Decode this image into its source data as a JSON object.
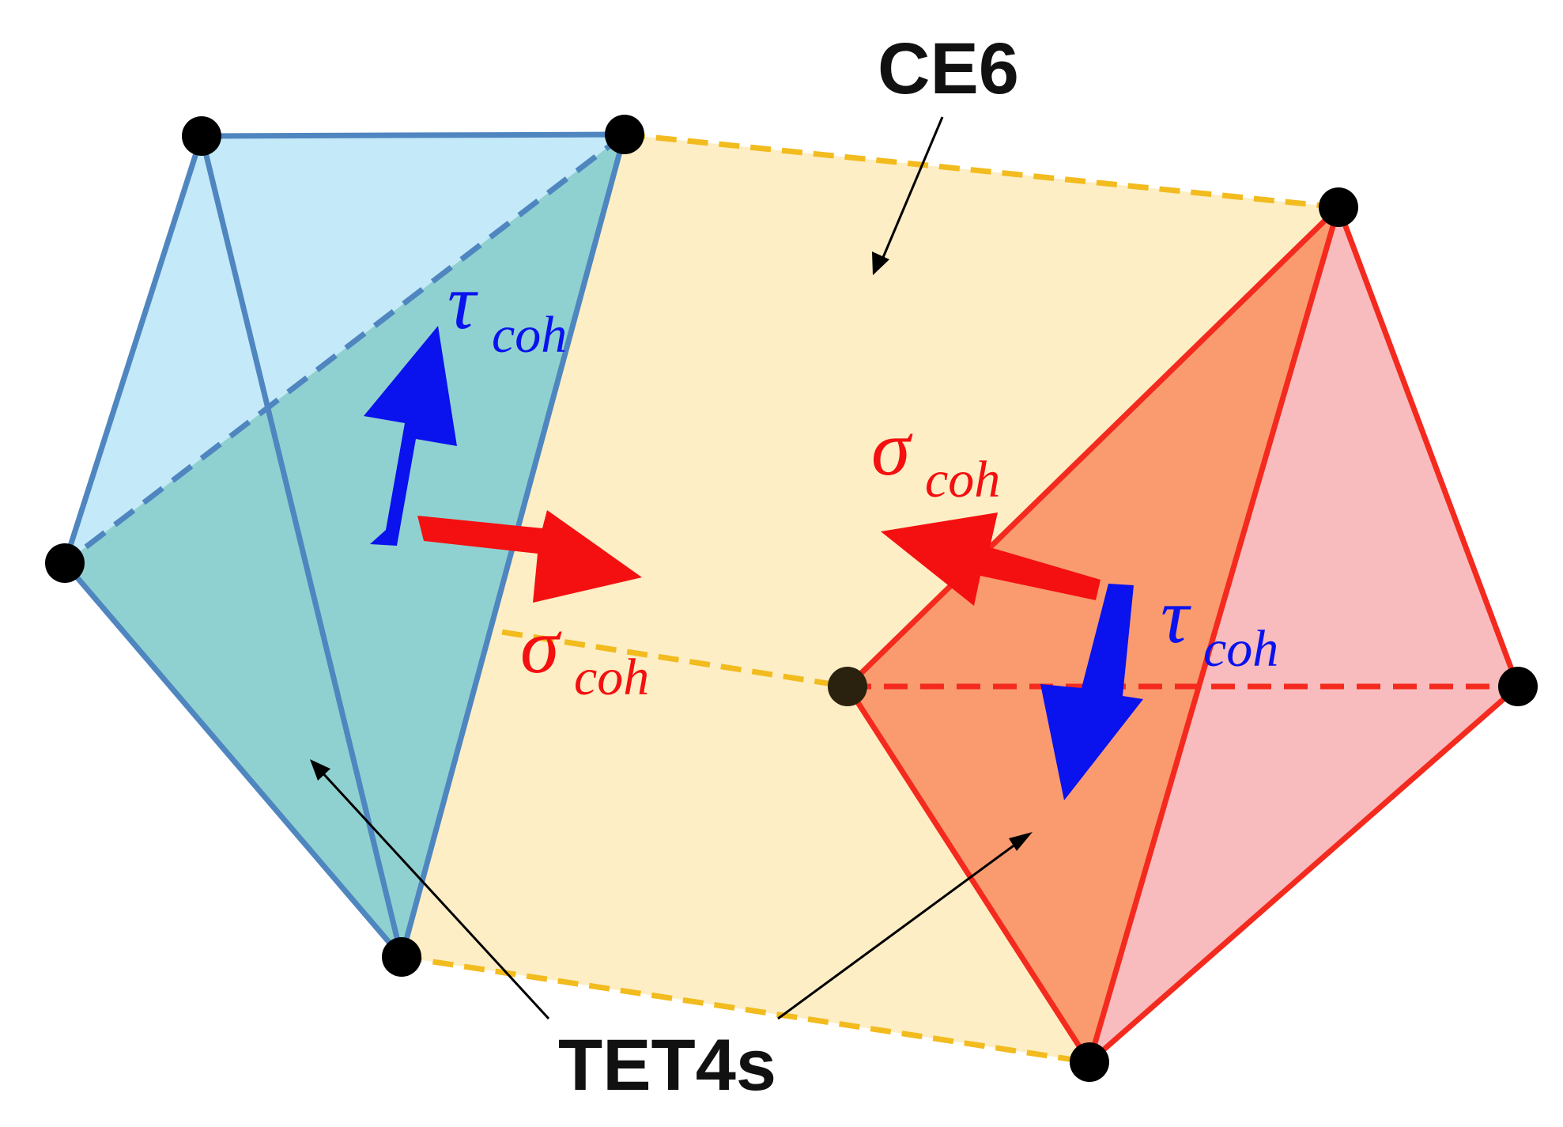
{
  "labels": {
    "ce6": "CE6",
    "tet4s": "TET4s",
    "tau": "τ",
    "sigma": "σ",
    "sub_coh": "coh"
  },
  "colors": {
    "blue_tet_face": "#c4e9f8",
    "blue_tet_shaded": "#8fd1d0",
    "blue_tet_edge": "#4f86c0",
    "ce6_fill": "#fdedc2",
    "ce6_dash": "#f2bb1e",
    "red_tet_face": "#f8bcbe",
    "red_tet_shaded": "#f99b6f",
    "red_tet_edge": "#f42a1e",
    "shear_arrow": "#0a12ee",
    "normal_arrow": "#f41010",
    "node": "#000000"
  }
}
